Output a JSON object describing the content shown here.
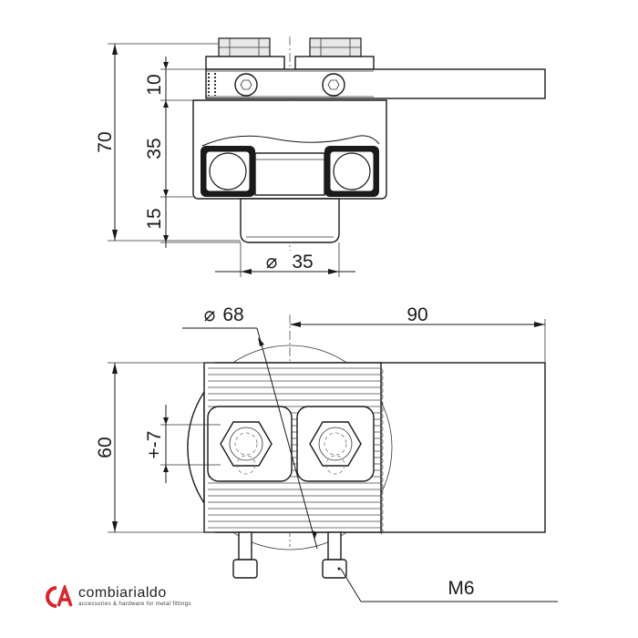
{
  "drawing": {
    "dimensions": {
      "overall_height": "70",
      "top_plate": "10",
      "bearing_section": "35",
      "roller": "15",
      "roller_diameter": "35",
      "wheel_diameter": "68",
      "plate_length": "90",
      "plate_width": "60",
      "adjustment": "+-7",
      "screw_thread": "M6"
    },
    "diameter_symbol": "⌀"
  },
  "brand": {
    "name": "combiarialdo",
    "tagline": "accessories & hardware for metal fittings",
    "logo_letters": "CA",
    "accent_color": "#d7262e"
  }
}
